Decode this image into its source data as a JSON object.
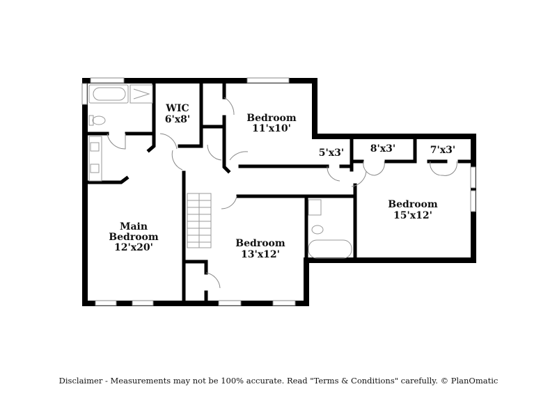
{
  "rooms": [
    {
      "name": "WIC",
      "size": "6'x8'"
    },
    {
      "name": "Bedroom",
      "size": "11'x10'"
    },
    {
      "name": "",
      "size": "5'x3'"
    },
    {
      "name": "",
      "size": "8'x3'"
    },
    {
      "name": "",
      "size": "7'x3'"
    },
    {
      "name": "Bedroom",
      "size": "15'x12'"
    },
    {
      "name": "Main Bedroom",
      "name_line1": "Main",
      "name_line2": "Bedroom",
      "size": "12'x20'"
    },
    {
      "name": "Bedroom",
      "size": "13'x12'"
    }
  ],
  "disclaimer": "Disclaimer - Measurements may not be 100% accurate. Read \"Terms & Conditions\" carefully. © PlanOmatic"
}
